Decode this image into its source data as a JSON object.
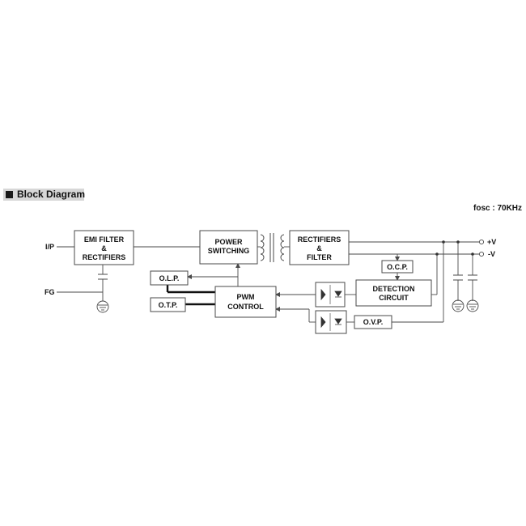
{
  "header": {
    "title": "Block Diagram",
    "frequency": "fosc : 70KHz"
  },
  "diagram": {
    "input_label": "I/P",
    "frame_ground_label": "FG",
    "emi_block": [
      "EMI FILTER",
      "&",
      "RECTIFIERS"
    ],
    "power_block": [
      "POWER",
      "SWITCHING"
    ],
    "rect_block": [
      "RECTIFIERS",
      "&",
      "FILTER"
    ],
    "olp_label": "O.L.P.",
    "otp_label": "O.T.P.",
    "pwm_block": [
      "PWM",
      "CONTROL"
    ],
    "ocp_label": "O.C.P.",
    "detect_block": [
      "DETECTION",
      "CIRCUIT"
    ],
    "ovp_label": "O.V.P.",
    "out_pos_label": "+V",
    "out_neg_label": "-V"
  },
  "colors": {
    "line": "#4a4a4a",
    "text": "#111111",
    "header_bg": "#d7d7d7"
  }
}
